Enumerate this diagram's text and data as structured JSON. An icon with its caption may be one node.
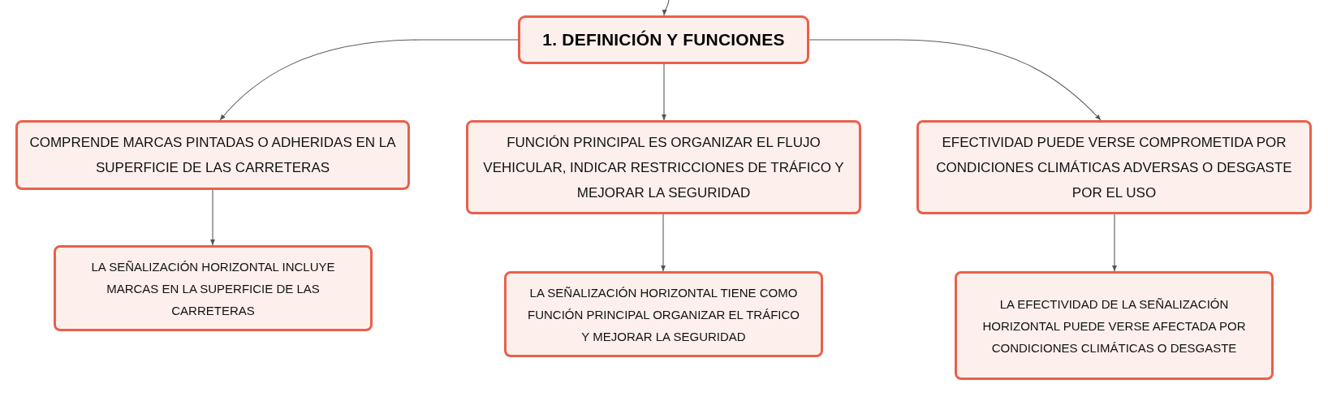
{
  "diagram": {
    "nodes": [
      {
        "text": [
          "1. DEFINICIÓN Y FUNCIONES"
        ]
      },
      {
        "text": [
          "COMPRENDE MARCAS PINTADAS O ADHERIDAS EN LA SUPERFICIE DE LAS CARRETERAS"
        ]
      },
      {
        "text": [
          "FUNCIÓN PRINCIPAL ES ORGANIZAR EL FLUJO VEHICULAR, INDICAR RESTRICCIONES DE TRÁFICO Y MEJORAR LA SEGURIDAD"
        ]
      },
      {
        "text": [
          "EFECTIVIDAD PUEDE VERSE COMPROMETIDA POR CONDICIONES CLIMÁTICAS ADVERSAS O DESGASTE POR EL USO"
        ]
      },
      {
        "text": [
          "LA SEÑALIZACIÓN HORIZONTAL INCLUYE MARCAS EN LA SUPERFICIE DE LAS CARRETERAS"
        ]
      },
      {
        "text": [
          "LA SEÑALIZACIÓN HORIZONTAL TIENE COMO FUNCIÓN PRINCIPAL ORGANIZAR EL TRÁFICO Y MEJORAR LA SEGURIDAD"
        ]
      },
      {
        "text": [
          "LA EFECTIVIDAD DE LA SEÑALIZACIÓN HORIZONTAL PUEDE VERSE AFECTADA POR CONDICIONES CLIMÁTICAS O DESGASTE"
        ]
      }
    ],
    "edges": [
      {
        "from": null,
        "to": 0,
        "arrow": "to"
      },
      {
        "from": 0,
        "to": 1,
        "arrow": "to"
      },
      {
        "from": 0,
        "to": 2,
        "arrow": "to"
      },
      {
        "from": 0,
        "to": 3,
        "arrow": "to"
      },
      {
        "from": 1,
        "to": 4,
        "arrow": "to"
      },
      {
        "from": 2,
        "to": 5,
        "arrow": "to"
      },
      {
        "from": 3,
        "to": 6,
        "arrow": "to"
      }
    ]
  }
}
